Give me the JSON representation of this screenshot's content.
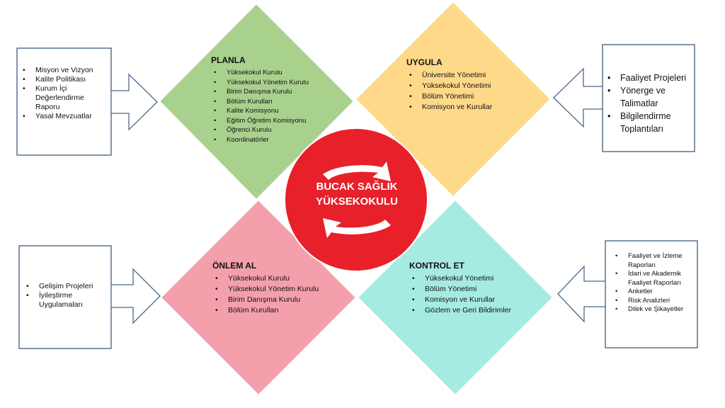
{
  "center": {
    "line1": "BUCAK SAĞLIK",
    "line2": "YÜKSEKOKULU",
    "color": "#e8202a"
  },
  "quadrants": {
    "planla": {
      "title": "PLANLA",
      "color": "#a9d18e",
      "items": [
        "Yüksekokul Kurulu",
        "Yüksekokul Yönetim Kurulu",
        "Birim Danışma Kurulu",
        "Bölüm Kurulları",
        "Kalite Komisyonu",
        "Eğitim Öğretim Komisyonu",
        "Öğrenci Kurulu",
        "Koordinatörler"
      ]
    },
    "uygula": {
      "title": "UYGULA",
      "color": "#ffd98a",
      "items": [
        "Üniversite Yönetimi",
        "Yüksekokul Yönetimi",
        "Bölüm Yönetimi",
        "Komisyon ve Kurullar"
      ]
    },
    "onlem_al": {
      "title": "ÖNLEM AL",
      "color": "#f4a0ac",
      "items": [
        "Yüksekokul Kurulu",
        "Yüksekokul Yönetim Kurulu",
        "Birim Danışma Kurulu",
        "Bölüm Kurulları"
      ]
    },
    "kontrol_et": {
      "title": "KONTROL ET",
      "color": "#a6ebe1",
      "items": [
        "Yüksekokul Yönetimi",
        "Bölüm Yönetimi",
        "Komisyon ve Kurullar",
        "Gözlem ve Geri Bildirimler"
      ]
    }
  },
  "inputs": {
    "top_left": [
      "Misyon ve Vizyon",
      "Kalite Politikası",
      "Kurum İçi Değerlendirme Raporu",
      "Yasal Mevzuatlar"
    ],
    "top_right": [
      "Faaliyet Projeleri",
      "Yönerge ve Talimatlar",
      "Bilgilendirme Toplantıları"
    ],
    "bottom_left": [
      "Gelişim Projeleri",
      "İyileştirme Uygulamaları"
    ],
    "bottom_right": [
      "Faaliyet ve İzleme Raporları",
      "İdari ve Akademik Faaliyet Raporları",
      "Anketler",
      "Risk Analizleri",
      "Dilek ve Şikayetler"
    ]
  },
  "colors": {
    "box_border": "#2f4f6f",
    "arrow_border": "#4a6a8a"
  }
}
